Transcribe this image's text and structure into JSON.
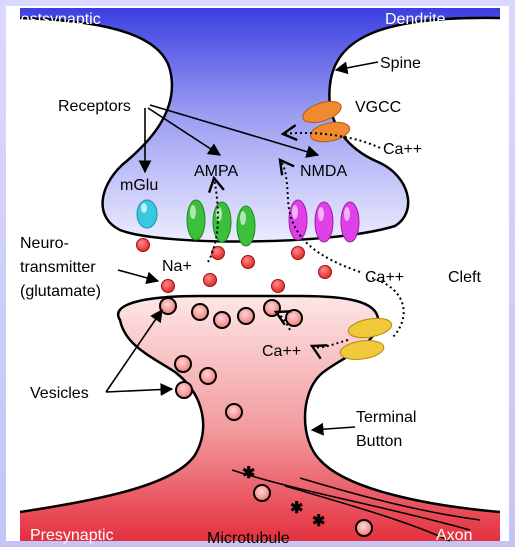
{
  "labels": {
    "postsynaptic": "Postsynaptic",
    "dendrite": "Dendrite",
    "spine": "Spine",
    "receptors": "Receptors",
    "vgcc": "VGCC",
    "ca_top": "Ca++",
    "mglu": "mGlu",
    "ampa": "AMPA",
    "nmda": "NMDA",
    "neuro_line1": "Neuro-",
    "neuro_line2": "transmitter",
    "neuro_line3": "(glutamate)",
    "na": "Na+",
    "ca_cleft": "Ca++",
    "cleft": "Cleft",
    "ca_pre": "Ca++",
    "vesicles": "Vesicles",
    "terminal_line1": "Terminal",
    "terminal_line2": "Button",
    "presynaptic": "Presynaptic",
    "microtubule": "Microtubule",
    "axon": "Axon"
  },
  "colors": {
    "post_dark": "#3b3fe0",
    "post_light": "#e4e4ff",
    "pre_dark": "#e03040",
    "pre_light": "#fde6e6",
    "border_blue": "#c9c9ff",
    "vgcc": "#f08a30",
    "mglu": "#38c8e0",
    "ampa": "#3cc03c",
    "nmda": "#e040e8",
    "vgcc_pre": "#f0c838",
    "vesicle": "#e84848"
  }
}
